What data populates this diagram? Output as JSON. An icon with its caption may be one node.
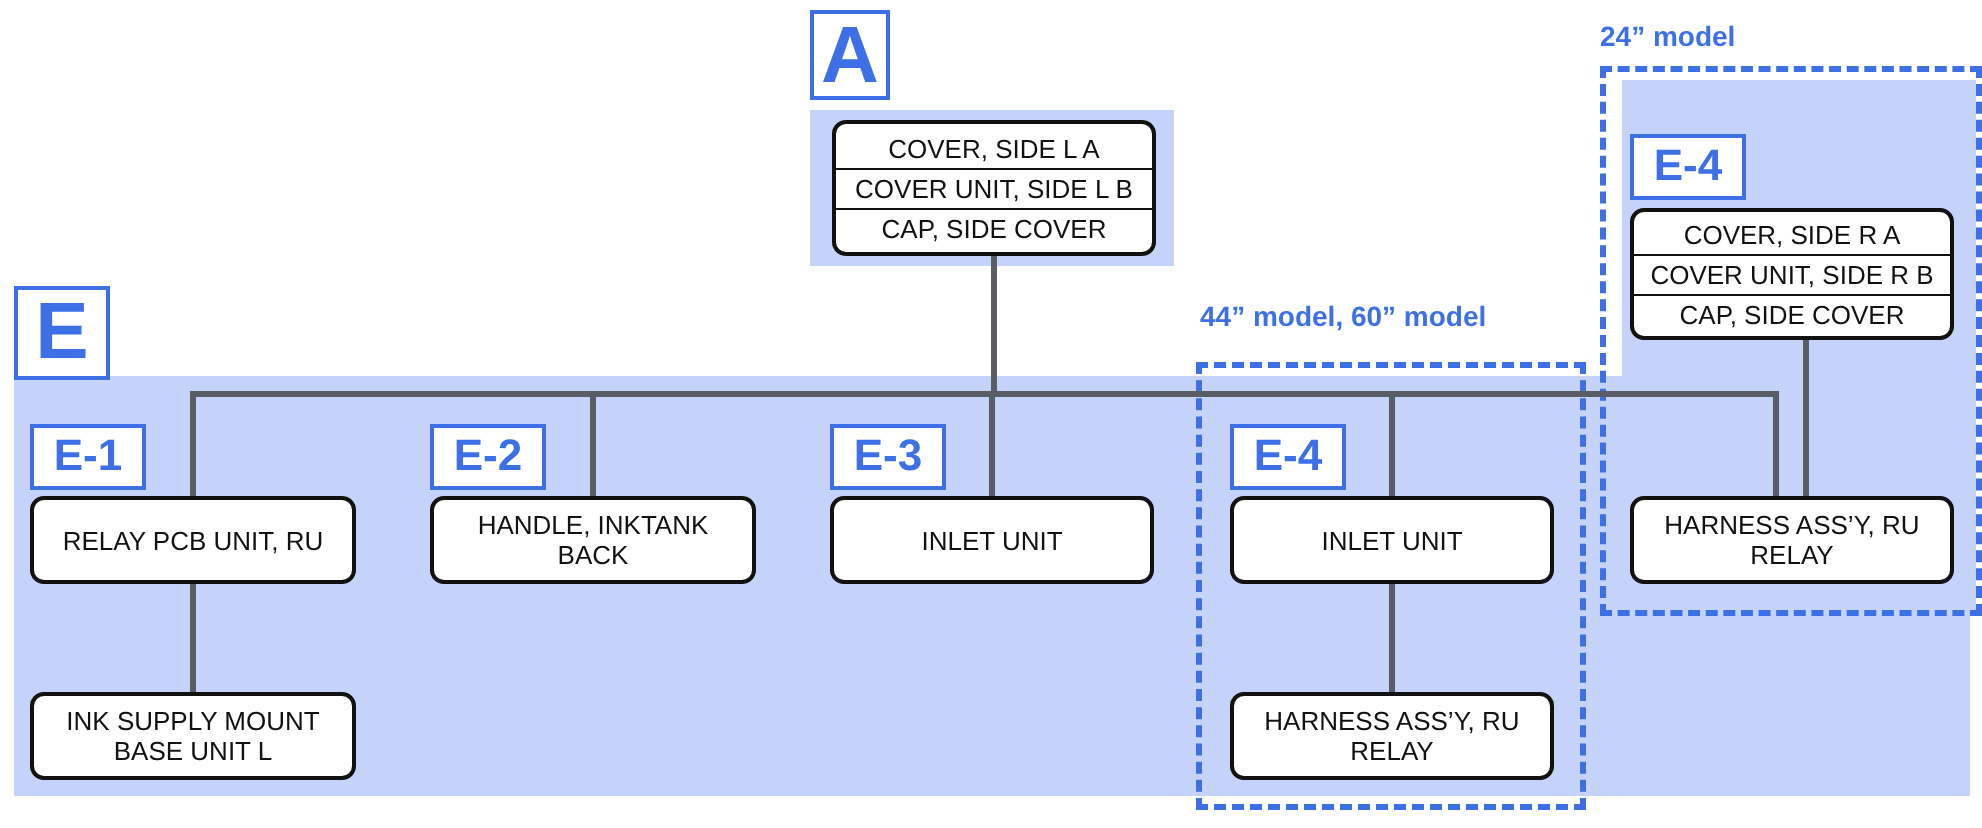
{
  "diagram": {
    "nodes": [
      {
        "text": [
          "A"
        ]
      },
      {
        "text": [
          "COVER, SIDE L A",
          "COVER UNIT, SIDE L B",
          "CAP, SIDE COVER"
        ],
        "in": 0
      },
      {
        "text": [
          "E"
        ]
      },
      {
        "text": [
          "RELAY PCB UNIT, RU"
        ],
        "in": 2,
        "beside": [
          "E-1"
        ]
      },
      {
        "text": [
          "INK SUPPLY MOUNT BASE UNIT L"
        ],
        "in": 2
      },
      {
        "text": [
          "HANDLE, INKTANK BACK"
        ],
        "in": 2,
        "beside": [
          "E-2"
        ]
      },
      {
        "text": [
          "INLET UNIT"
        ],
        "in": 2,
        "beside": [
          "E-3"
        ]
      },
      {
        "text": [
          "44” model, 60” model"
        ]
      },
      {
        "text": [
          "INLET UNIT"
        ],
        "in": 7,
        "beside": [
          "E-4"
        ]
      },
      {
        "text": [
          "HARNESS ASS’Y, RU RELAY"
        ],
        "in": 7
      },
      {
        "text": [
          "24” model"
        ]
      },
      {
        "text": [
          "COVER, SIDE R A",
          "COVER UNIT, SIDE R B",
          "CAP, SIDE COVER"
        ],
        "in": 10,
        "beside": [
          "E-4"
        ]
      },
      {
        "text": [
          "HARNESS ASS’Y, RU RELAY"
        ]
      }
    ],
    "edges": [
      {
        "from": 1,
        "to": 3,
        "arrow": "none"
      },
      {
        "from": 1,
        "to": 5,
        "arrow": "none"
      },
      {
        "from": 1,
        "to": 6,
        "arrow": "none"
      },
      {
        "from": 1,
        "to": 8,
        "arrow": "none"
      },
      {
        "from": 1,
        "to": 12,
        "arrow": "none"
      },
      {
        "from": 3,
        "to": 4,
        "arrow": "none"
      },
      {
        "from": 8,
        "to": 9,
        "arrow": "none"
      },
      {
        "from": 11,
        "to": 12,
        "arrow": "none"
      }
    ]
  }
}
